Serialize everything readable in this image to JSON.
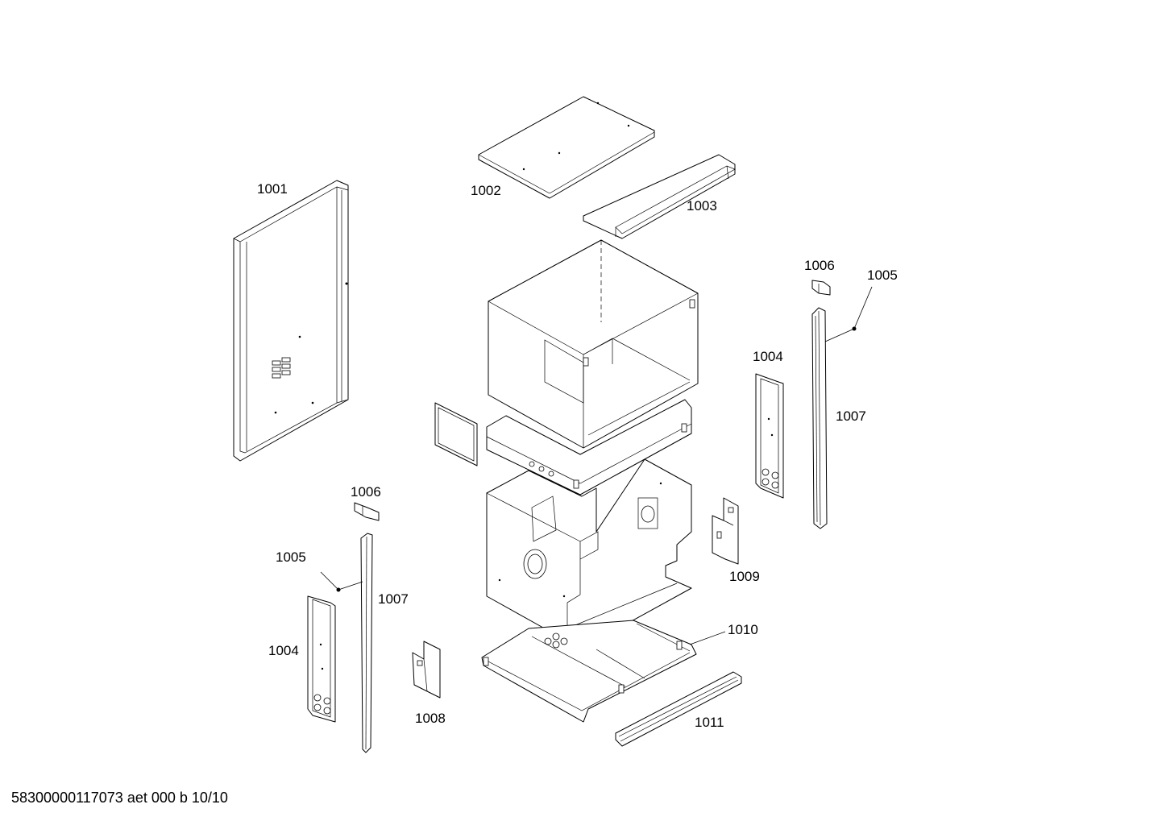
{
  "labels": {
    "p1001": "1001",
    "p1002": "1002",
    "p1003": "1003",
    "p1004a": "1004",
    "p1004b": "1004",
    "p1005a": "1005",
    "p1005b": "1005",
    "p1006a": "1006",
    "p1006b": "1006",
    "p1007a": "1007",
    "p1007b": "1007",
    "p1008": "1008",
    "p1009": "1009",
    "p1010": "1010",
    "p1011": "1011"
  },
  "footer": "58300000117073 aet 000 b 10/10"
}
